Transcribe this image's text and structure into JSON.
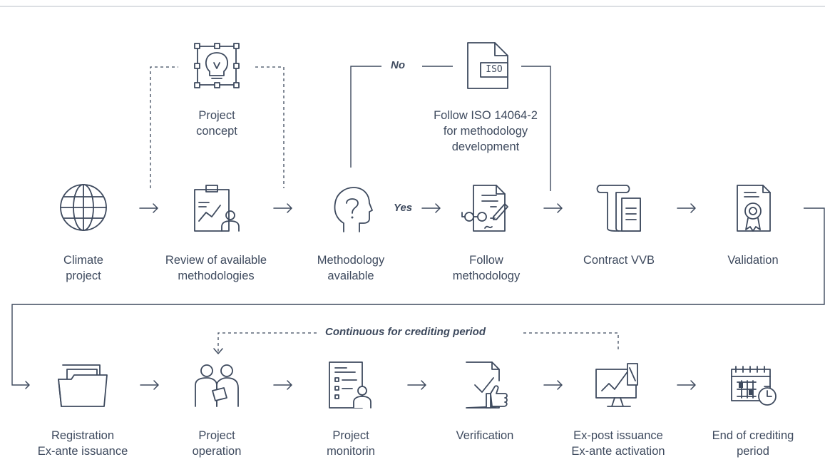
{
  "steps": {
    "climate_project": [
      "Climate",
      "project"
    ],
    "review": [
      "Review of available",
      "methodologies"
    ],
    "project_concept": [
      "Project",
      "concept"
    ],
    "methodology_available": [
      "Methodology",
      "available"
    ],
    "iso": [
      "Follow ISO 14064-2",
      "for methodology",
      "development"
    ],
    "follow_methodology": [
      "Follow",
      "methodology"
    ],
    "contract_vvb": [
      "Contract VVB"
    ],
    "validation": [
      "Validation"
    ],
    "registration": [
      "Registration",
      "Ex-ante issuance"
    ],
    "project_operation": [
      "Project",
      "operation"
    ],
    "project_monitoring": [
      "Project",
      "monitorin"
    ],
    "verification": [
      "Verification"
    ],
    "ex_post": [
      "Ex-post issuance",
      "Ex-ante activation"
    ],
    "end_crediting": [
      "End of crediting",
      "period"
    ]
  },
  "decisions": {
    "no": "No",
    "yes": "Yes"
  },
  "loop_label": "Continuous for crediting period",
  "iso_badge": "ISO",
  "colors": {
    "ink": "#3e4a5e",
    "rule": "#c8ccd2"
  },
  "icons": {
    "climate_project": "globe-icon",
    "project_concept": "lightbulb-icon",
    "review": "clipboard-chart-icon",
    "methodology_available": "head-question-icon",
    "iso": "iso-document-icon",
    "follow_methodology": "glasses-document-icon",
    "contract_vvb": "scroll-icon",
    "validation": "certificate-icon",
    "registration": "folder-icon",
    "project_operation": "meeting-icon",
    "project_monitoring": "report-person-icon",
    "verification": "thumbs-up-check-icon",
    "ex_post": "monitor-chart-icon",
    "end_crediting": "calendar-clock-icon"
  }
}
